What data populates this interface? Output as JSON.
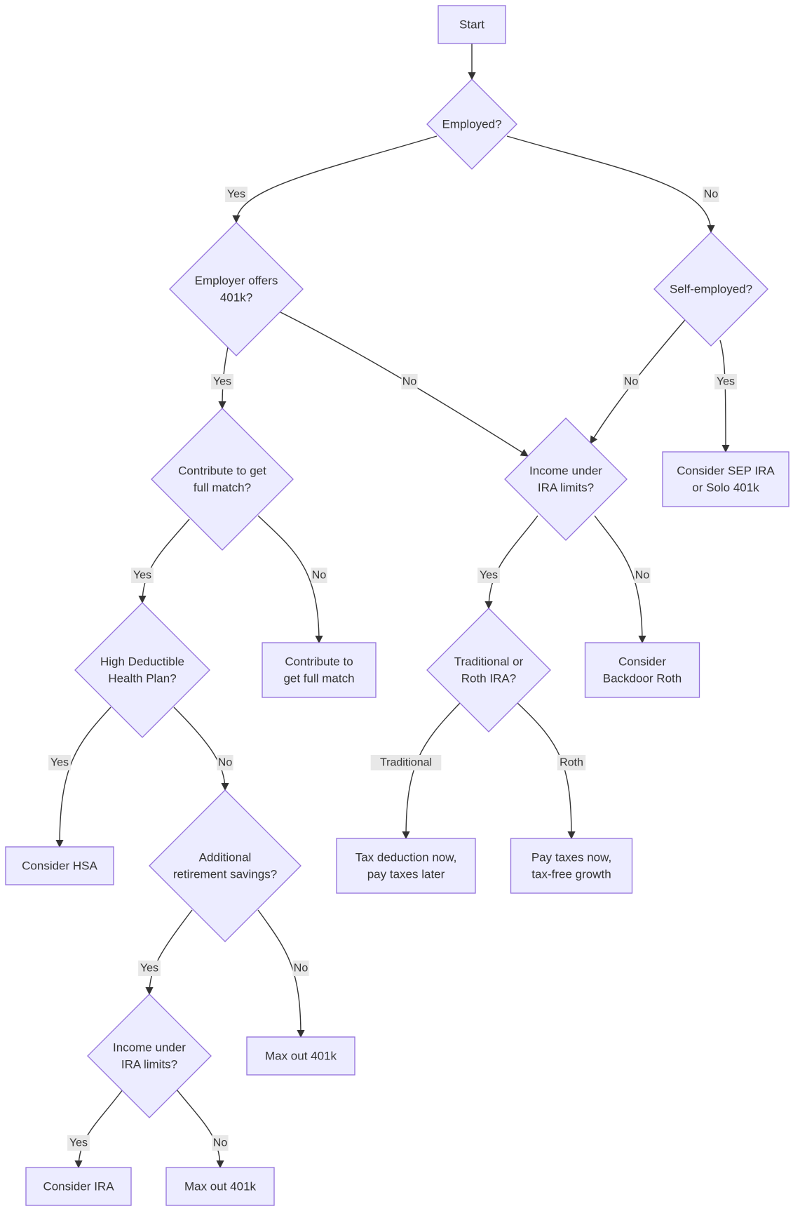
{
  "colors": {
    "node_fill": "#ececff",
    "node_stroke": "#9370db",
    "edge": "#333333",
    "label_bg": "#e8e8e8"
  },
  "nodes": [
    {
      "id": "start",
      "shape": "rect",
      "lines": [
        "Start"
      ]
    },
    {
      "id": "employed",
      "shape": "diamond",
      "lines": [
        "Employed?"
      ]
    },
    {
      "id": "employer_401k",
      "shape": "diamond",
      "lines": [
        "Employer offers",
        "401k?"
      ]
    },
    {
      "id": "self_employed",
      "shape": "diamond",
      "lines": [
        "Self-employed?"
      ]
    },
    {
      "id": "full_match_q",
      "shape": "diamond",
      "lines": [
        "Contribute to get",
        "full match?"
      ]
    },
    {
      "id": "income_ira_1",
      "shape": "diamond",
      "lines": [
        "Income under",
        "IRA limits?"
      ]
    },
    {
      "id": "sep_ira",
      "shape": "rect",
      "lines": [
        "Consider SEP IRA",
        "or Solo 401k"
      ]
    },
    {
      "id": "hdhp",
      "shape": "diamond",
      "lines": [
        "High Deductible",
        "Health Plan?"
      ]
    },
    {
      "id": "full_match_do",
      "shape": "rect",
      "lines": [
        "Contribute to",
        "get full match"
      ]
    },
    {
      "id": "trad_roth",
      "shape": "diamond",
      "lines": [
        "Traditional or",
        "Roth IRA?"
      ]
    },
    {
      "id": "backdoor",
      "shape": "rect",
      "lines": [
        "Consider",
        "Backdoor Roth"
      ]
    },
    {
      "id": "hsa",
      "shape": "rect",
      "lines": [
        "Consider HSA"
      ]
    },
    {
      "id": "additional",
      "shape": "diamond",
      "lines": [
        "Additional",
        "retirement savings?"
      ]
    },
    {
      "id": "tax_deduction",
      "shape": "rect",
      "lines": [
        "Tax deduction now,",
        "pay taxes later"
      ]
    },
    {
      "id": "pay_taxes",
      "shape": "rect",
      "lines": [
        "Pay taxes now,",
        "tax-free growth"
      ]
    },
    {
      "id": "income_ira_2",
      "shape": "diamond",
      "lines": [
        "Income under",
        "IRA limits?"
      ]
    },
    {
      "id": "max_401k_1",
      "shape": "rect",
      "lines": [
        "Max out 401k"
      ]
    },
    {
      "id": "consider_ira",
      "shape": "rect",
      "lines": [
        "Consider IRA"
      ]
    },
    {
      "id": "max_401k_2",
      "shape": "rect",
      "lines": [
        "Max out 401k"
      ]
    }
  ],
  "edges": [
    {
      "from": "start",
      "to": "employed",
      "label": ""
    },
    {
      "from": "employed",
      "to": "employer_401k",
      "label": "Yes"
    },
    {
      "from": "employed",
      "to": "self_employed",
      "label": "No"
    },
    {
      "from": "employer_401k",
      "to": "full_match_q",
      "label": "Yes"
    },
    {
      "from": "employer_401k",
      "to": "income_ira_1",
      "label": "No"
    },
    {
      "from": "self_employed",
      "to": "income_ira_1",
      "label": "No"
    },
    {
      "from": "self_employed",
      "to": "sep_ira",
      "label": "Yes"
    },
    {
      "from": "full_match_q",
      "to": "hdhp",
      "label": "Yes"
    },
    {
      "from": "full_match_q",
      "to": "full_match_do",
      "label": "No"
    },
    {
      "from": "income_ira_1",
      "to": "trad_roth",
      "label": "Yes"
    },
    {
      "from": "income_ira_1",
      "to": "backdoor",
      "label": "No"
    },
    {
      "from": "hdhp",
      "to": "hsa",
      "label": "Yes"
    },
    {
      "from": "hdhp",
      "to": "additional",
      "label": "No"
    },
    {
      "from": "trad_roth",
      "to": "tax_deduction",
      "label": "Traditional"
    },
    {
      "from": "trad_roth",
      "to": "pay_taxes",
      "label": "Roth"
    },
    {
      "from": "additional",
      "to": "income_ira_2",
      "label": "Yes"
    },
    {
      "from": "additional",
      "to": "max_401k_1",
      "label": "No"
    },
    {
      "from": "income_ira_2",
      "to": "consider_ira",
      "label": "Yes"
    },
    {
      "from": "income_ira_2",
      "to": "max_401k_2",
      "label": "No"
    }
  ]
}
